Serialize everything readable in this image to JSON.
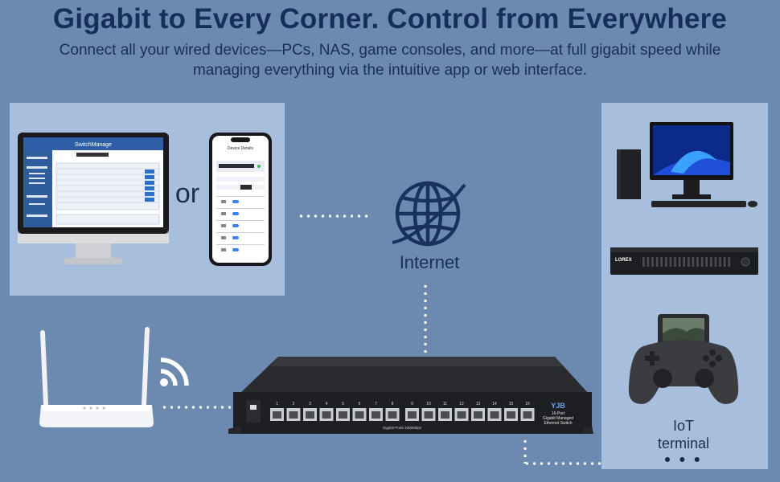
{
  "header": {
    "title": "Gigabit to Every Corner. Control from Everywhere",
    "subtitle": "Connect all your wired devices—PCs, NAS, game consoles, and more—at full gigabit speed while managing everything via the intuitive app or web interface."
  },
  "control_panel": {
    "or_label": "or",
    "monitor_screen_title": "SwitchManage",
    "phone_screen_title": "Device Details"
  },
  "internet": {
    "label": "Internet",
    "icon": "globe-icon"
  },
  "switch": {
    "brand": "YJB",
    "model_lines": [
      "16-Port",
      "Gigabit Managed",
      "Ethernet Switch"
    ],
    "port_caption": "Gigabit Ports 1000Mbps",
    "port_numbers": [
      "1",
      "2",
      "3",
      "4",
      "5",
      "6",
      "7",
      "8",
      "9",
      "10",
      "11",
      "12",
      "13",
      "14",
      "15",
      "16"
    ]
  },
  "devices_panel": {
    "nvr_brand": "LOREX",
    "iot_label_line1": "IoT",
    "iot_label_line2": "terminal",
    "more_indicator": "● ● ●"
  },
  "icons": [
    "wifi-icon",
    "router-icon",
    "monitor-icon",
    "phone-icon",
    "desktop-pc-icon",
    "nvr-icon",
    "gamepad-icon"
  ]
}
